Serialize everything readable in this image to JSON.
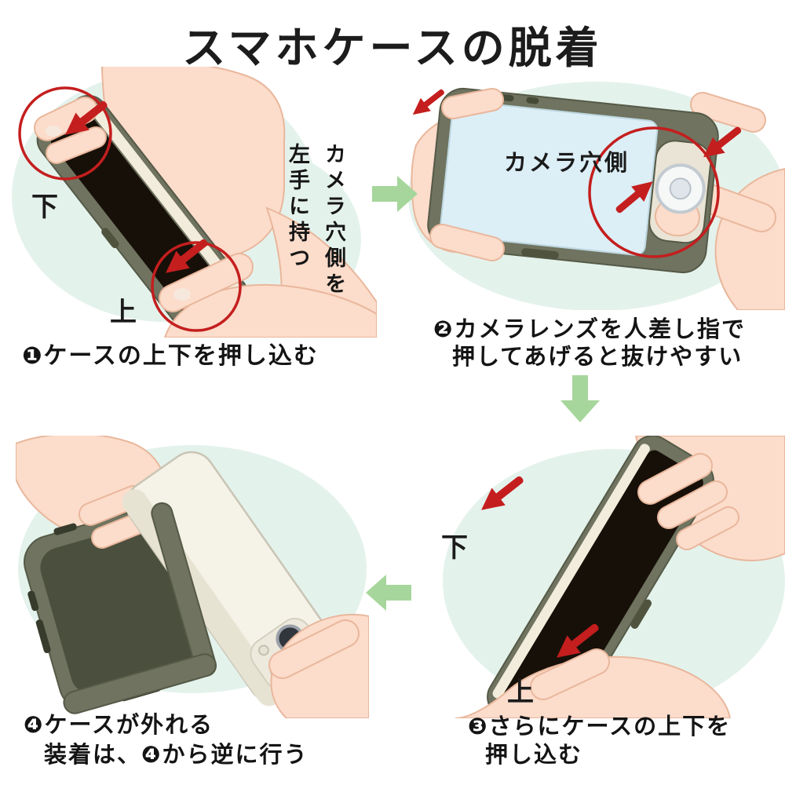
{
  "title": "スマホケースの脱着",
  "steps": {
    "step1": {
      "label_down": "下",
      "label_up": "上",
      "caption": "❶ケースの上下を押し込む"
    },
    "step2": {
      "area_label": "カメラ穴側",
      "caption_line1": "❷カメラレンズを人差し指で",
      "caption_line2": "押してあげると抜けやすい"
    },
    "step3": {
      "label_down": "下",
      "label_up": "上",
      "caption_line1": "❸さらにケースの上下を",
      "caption_line2": "押し込む"
    },
    "step4": {
      "caption_line1": "❹ケースが外れる",
      "caption_line2": "装着は、❹から逆に行う"
    }
  },
  "side_note": {
    "column_right": "カメラ穴側を",
    "column_left": "左手に持つ"
  },
  "colors": {
    "red_accent": "#c41e1e",
    "green_arrow": "#a6d69b",
    "mint_background": "#e4f2ec",
    "skin": "#fcdccb",
    "case_olive": "#6f735f",
    "screen_dark": "#171009",
    "screen_glass_blue": "#dceef6",
    "phone_white": "#f5f2e8"
  }
}
